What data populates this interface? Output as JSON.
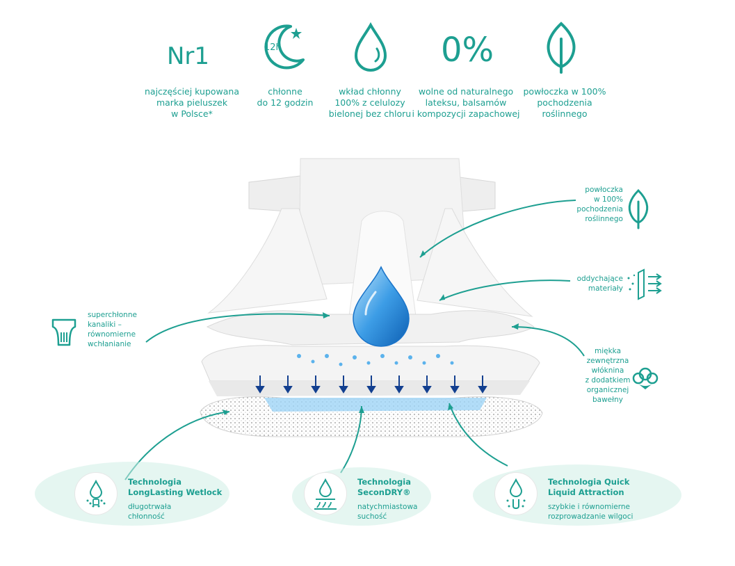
{
  "features": [
    {
      "icon": "nr1-icon",
      "text": "najczęściej kupowana\nmarka pieluszek\nw Polsce*",
      "headline": "Nr1"
    },
    {
      "icon": "moon-12h-icon",
      "text": "chłonne\ndo 12 godzin",
      "badge": "12h"
    },
    {
      "icon": "water-drop-icon",
      "text": "wkład chłonny\n100% z celulozy\nbielonej bez chloru"
    },
    {
      "icon": "zero-percent-icon",
      "text": "wolne od naturalnego\nlateksu, balsamów\ni kompozycji zapachowej",
      "headline": "0%"
    },
    {
      "icon": "leaf-icon",
      "text": "powłoczka w 100%\npochodzenia\nroślinnego"
    }
  ],
  "callouts": {
    "plant_coating": "powłoczka\nw 100%\npochodzenia\nroślinnego",
    "breathable": "oddychające\nmateriały",
    "soft_outer": "miękka\nzewnętrzna\nwłóknina\nz dodatkiem\norganicznej\nbawełny",
    "channels": "superchłonne\nkanaliki –\nrównomierne\nwchłanianie"
  },
  "technologies": [
    {
      "title": "Technologia\nLongLasting Wetlock",
      "desc": "długotrwała\nchłonność"
    },
    {
      "title": "Technologia\nSeconDRY®",
      "desc": "natychmiastowa\nsuchość"
    },
    {
      "title": "Technologia Quick\nLiquid Attraction",
      "desc": "szybkie i równomierne\nrozprowadzanie wilgoci"
    }
  ],
  "colors": {
    "accent": "#1d9f91",
    "drop": "#2f8fd8",
    "mist": "#cfeee6"
  }
}
